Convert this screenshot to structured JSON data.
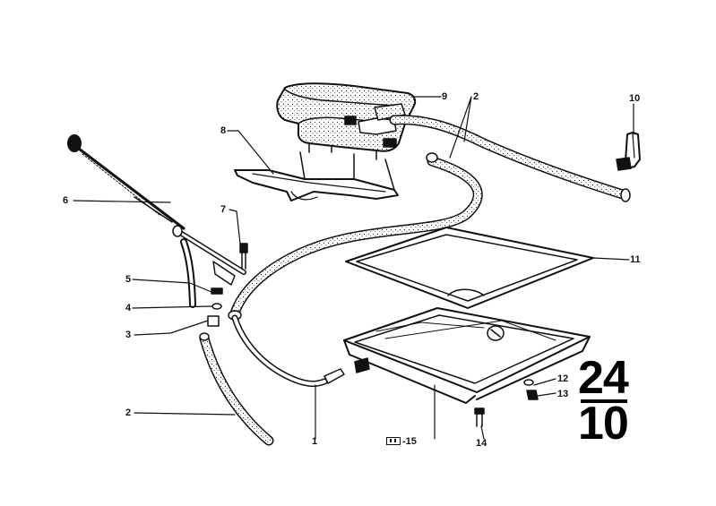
{
  "diagram": {
    "group_top": "24",
    "group_bottom": "10",
    "callouts": [
      {
        "id": "1",
        "text": "1"
      },
      {
        "id": "2a",
        "text": "2"
      },
      {
        "id": "2b",
        "text": "2"
      },
      {
        "id": "3",
        "text": "3"
      },
      {
        "id": "4",
        "text": "4"
      },
      {
        "id": "5",
        "text": "5"
      },
      {
        "id": "6",
        "text": "6"
      },
      {
        "id": "7",
        "text": "7"
      },
      {
        "id": "8",
        "text": "8"
      },
      {
        "id": "9",
        "text": "9"
      },
      {
        "id": "10",
        "text": "10"
      },
      {
        "id": "11",
        "text": "11"
      },
      {
        "id": "12",
        "text": "12"
      },
      {
        "id": "13",
        "text": "13"
      },
      {
        "id": "14",
        "text": "14"
      },
      {
        "id": "15",
        "text": "-15"
      }
    ]
  },
  "colors": {
    "ink": "#111111",
    "paper": "#ffffff"
  }
}
